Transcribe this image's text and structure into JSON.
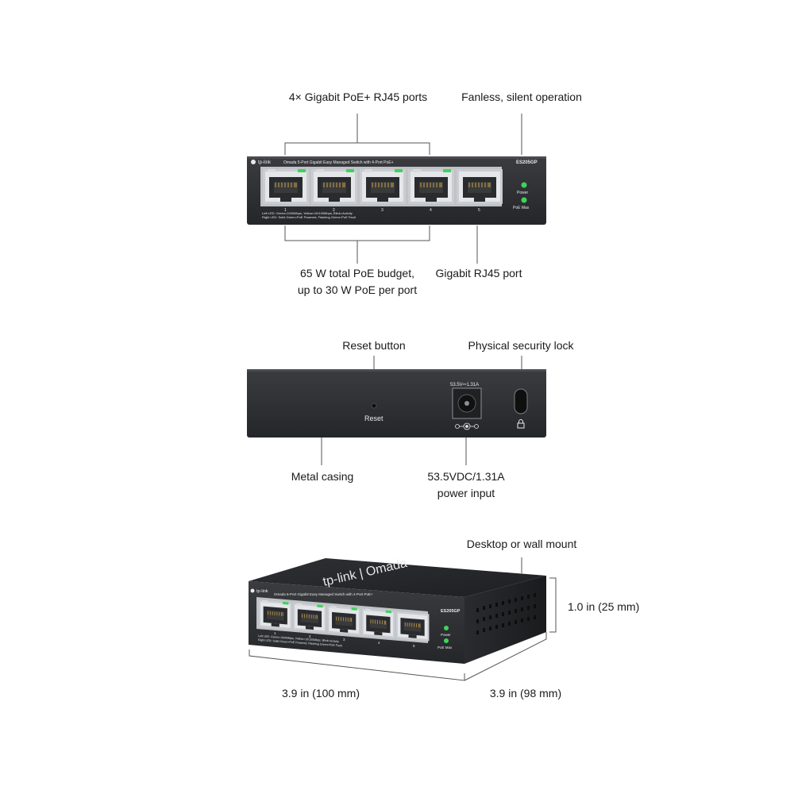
{
  "front_view": {
    "callouts": {
      "gigabit_poe_ports": "4× Gigabit PoE+ RJ45 ports",
      "fanless": "Fanless, silent operation",
      "poe_budget_line1": "65 W total PoE budget,",
      "poe_budget_line2": "up to 30 W PoE per port",
      "gigabit_port": "Gigabit RJ45 port"
    },
    "device": {
      "brand": "tp-link",
      "description": "Omada 5-Port Gigabit Easy Managed Switch with 4-Port PoE+",
      "model": "ES205GP",
      "port_numbers": [
        "1",
        "2",
        "3",
        "4",
        "5"
      ],
      "led_power": "Power",
      "led_poe_max": "PoE Max",
      "legend_line1": "Left LED: Green=1000Mbps, Yellow=10/100Mbps, Blink=Activity",
      "legend_line2": "Right LED: Solid Green=PoE Powered, Flashing Green=PoE Fault"
    }
  },
  "rear_view": {
    "callouts": {
      "reset_button": "Reset button",
      "security_lock": "Physical security lock",
      "metal_casing": "Metal casing",
      "power_line1": "53.5VDC/1.31A",
      "power_line2": "power input"
    },
    "device": {
      "reset_label": "Reset",
      "power_rating": "53.5V⎓1.31A"
    }
  },
  "iso_view": {
    "callouts": {
      "mount": "Desktop or wall mount",
      "height": "1.0 in (25 mm)",
      "width": "3.9 in (100 mm)",
      "depth": "3.9 in (98 mm)"
    },
    "device": {
      "top_logo": "tp-link | Omada",
      "brand": "tp-link",
      "description": "Omada 5-Port Gigabit Easy Managed Switch with 4-Port PoE+",
      "model": "ES205GP",
      "port_numbers": [
        "1",
        "2",
        "3",
        "4",
        "5"
      ],
      "led_power": "Power",
      "led_poe_max": "PoE Max",
      "legend_line1": "Left LED: Green=1000Mbps, Yellow=10/100Mbps, Blink=Activity",
      "legend_line2": "Right LED: Solid Green=PoE Powered, Flashing Green=PoE Fault"
    }
  },
  "colors": {
    "chassis": "#2b2d30",
    "chassis_dark": "#1c1d1f",
    "port_metal": "#c9ccd0",
    "led_green": "#3fd35a",
    "line": "#555555"
  }
}
